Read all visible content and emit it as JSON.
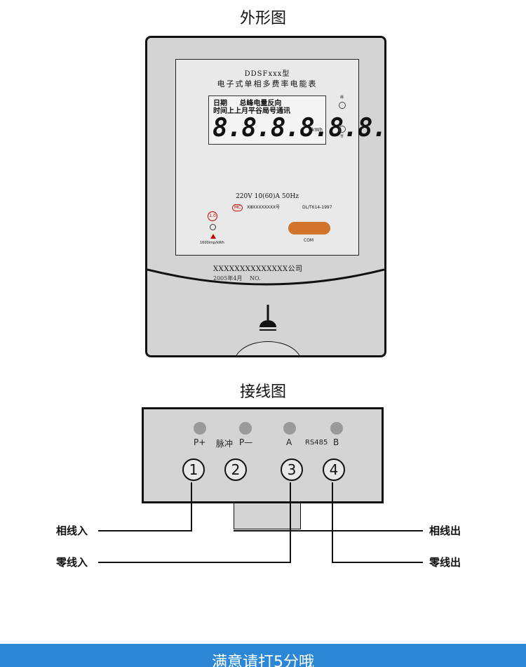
{
  "appearance": {
    "title": "外形图"
  },
  "meter": {
    "model": "DDSFxxx型",
    "name": "电子式单相多费率电能表",
    "lcd_labels": "日期     总峰电量反向\n时间上上月平谷局号通讯",
    "lcd_digits": "8.8.8.8.8.8.",
    "lcd_unit": "kWh",
    "spec": "220V  10(60)A  50Hz",
    "mc": "MC",
    "cert": "XⅢXXXXXXXX号",
    "standard": "DL/T614-1997",
    "accuracy_class": "1.0",
    "impulse": "1600imp/kWh",
    "com_label": "COM",
    "company": "XXXXXXXXXXXXXX公司",
    "date_prefix": "2005年4月",
    "serial_label": "NO.",
    "peak_label": "峰",
    "valley_label": "谷"
  },
  "wiring": {
    "title": "接线图",
    "labels": {
      "p_plus": "P+",
      "pulse": "脉冲",
      "p_minus": "P—",
      "a": "A",
      "rs485": "RS485",
      "b": "B"
    },
    "terminals": [
      "1",
      "2",
      "3",
      "4"
    ],
    "phase_in": "相线入",
    "neutral_in": "零线入",
    "phase_out": "相线出",
    "neutral_out": "零线出"
  },
  "banner": {
    "text": "满意请打5分哦",
    "color": "#2b87d6"
  }
}
